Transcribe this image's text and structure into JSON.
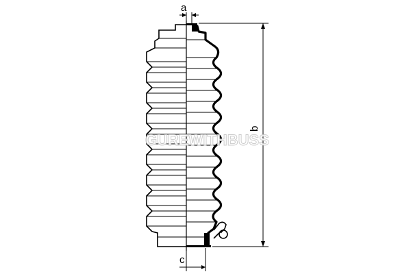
{
  "diagram": {
    "labels": {
      "a": "a",
      "b": "b",
      "c": "c"
    },
    "watermark": "GUREWITHBUSS",
    "colors": {
      "line": "#000000",
      "background": "#ffffff",
      "watermark_outline": "#c8c8c8"
    }
  }
}
